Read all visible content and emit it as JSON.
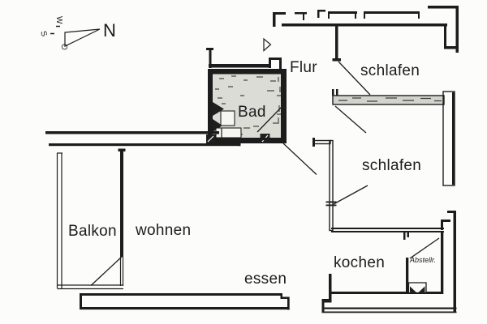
{
  "plan_type": "apartment-floor-plan",
  "colors": {
    "background": "#fcfcfa",
    "ink": "#1f1f1f",
    "bad_floor_fill": "#dcdcd6",
    "hatched_wall_fill": "#d3d3cd"
  },
  "compass": {
    "north": "N",
    "west": "W",
    "south": "S",
    "east": "O"
  },
  "rooms": {
    "flur": "Flur",
    "schlafen_nord": "schlafen",
    "bad": "Bad",
    "schlafen_ost": "schlafen",
    "balkon": "Balkon",
    "wohnen": "wohnen",
    "essen": "essen",
    "kochen": "kochen",
    "abstell": "Abstellr."
  }
}
